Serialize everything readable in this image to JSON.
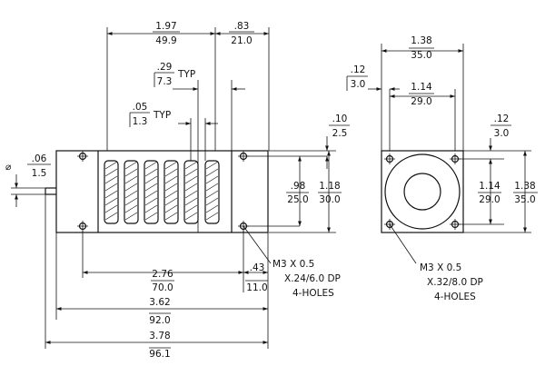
{
  "front_view": {
    "top_total_in": "1.97",
    "top_total_mm": "49.9",
    "top_right_in": ".83",
    "top_right_mm": "21.0",
    "typ1_in": ".29",
    "typ1_mm": "7.3",
    "typ1_word": "TYP",
    "typ2_in": ".05",
    "typ2_mm": "1.3",
    "typ2_word": "TYP",
    "pin_in": ".06",
    "pin_mm": "1.5",
    "pin_symbol": "⌀",
    "right_small_in": ".10",
    "right_small_mm": "2.5",
    "hole_v_in": ".98",
    "hole_v_mm": "25.0",
    "height_in": "1.18",
    "height_mm": "30.0",
    "hole_span_in": "2.76",
    "hole_span_mm": "70.0",
    "hole_edge_in": ".43",
    "hole_edge_mm": "11.0",
    "body_len_in": "3.62",
    "body_len_mm": "92.0",
    "total_len_in": "3.78",
    "total_len_mm": "96.1",
    "note_line1": "M3 X 0.5",
    "note_line2": "X.24/6.0 DP",
    "note_line3": "4-HOLES"
  },
  "side_view": {
    "width_in": "1.38",
    "width_mm": "35.0",
    "hole_w_in": "1.14",
    "hole_w_mm": "29.0",
    "offset_left_in": ".12",
    "offset_left_mm": "3.0",
    "offset_right_in": ".12",
    "offset_right_mm": "3.0",
    "hole_h_in": "1.14",
    "hole_h_mm": "29.0",
    "height_in": "1.38",
    "height_mm": "35.0",
    "note_line1": "M3 X 0.5",
    "note_line2": "X.32/8.0 DP",
    "note_line3": "4-HOLES"
  }
}
